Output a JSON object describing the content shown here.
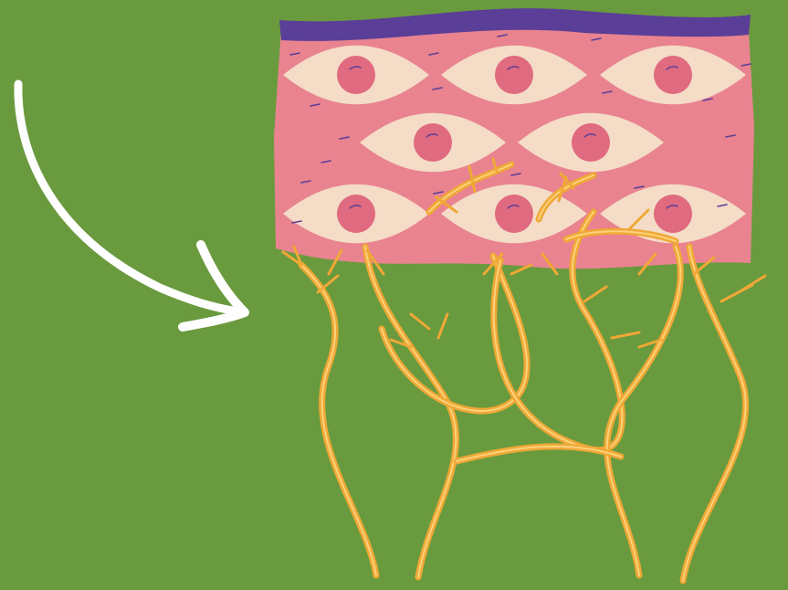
{
  "colors": {
    "background": "#6a9a3e",
    "tissue": "#e9838f",
    "cell_body": "#f4dcc7",
    "nucleus": "#e06a7f",
    "top_layer": "#5a3e97",
    "nerve": "#f0a836",
    "nerve_highlight": "#fbd27a",
    "arrow": "#ffffff",
    "marks": "#5a3e97"
  },
  "icons": {
    "arrow": "curved-arrow-icon"
  },
  "cells": {
    "rows": [
      3,
      2,
      3
    ]
  },
  "nerves": {
    "count": 6
  }
}
